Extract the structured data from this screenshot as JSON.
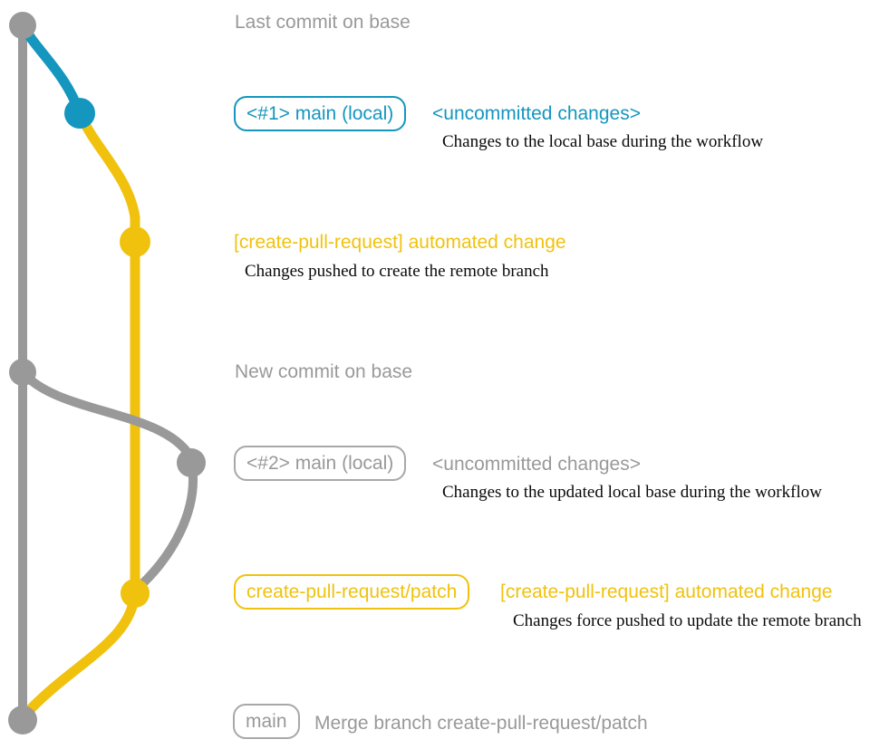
{
  "colors": {
    "gray": "#999999",
    "gray_border": "#a8a8a8",
    "teal": "#1496be",
    "yellow": "#f0c20e",
    "ink": "#0a0a0a",
    "background": "#ffffff"
  },
  "annotations": {
    "last_commit": "Last commit on base",
    "step1": {
      "branch_label": "<#1> main (local)",
      "status": "<uncommitted changes>",
      "description": "Changes to the local base during the workflow"
    },
    "step2": {
      "heading": "[create-pull-request] automated change",
      "description": "Changes pushed to create the remote branch"
    },
    "new_commit": "New commit on base",
    "step3": {
      "branch_label": "<#2> main (local)",
      "status": "<uncommitted changes>",
      "description": "Changes to the updated local base during the workflow"
    },
    "step4": {
      "branch_label": "create-pull-request/patch",
      "heading": "[create-pull-request] automated change",
      "description": "Changes force pushed to update the remote branch"
    },
    "merge": {
      "branch_label": "main",
      "description": "Merge branch create-pull-request/patch"
    }
  },
  "graph": {
    "branches": [
      {
        "name": "base",
        "color_ref": "gray"
      },
      {
        "name": "main-local",
        "color_ref": "teal"
      },
      {
        "name": "create-pull-request-patch",
        "color_ref": "yellow"
      }
    ],
    "nodes": [
      {
        "id": "base-commit-1",
        "color_ref": "gray"
      },
      {
        "id": "local-commit-1",
        "color_ref": "teal"
      },
      {
        "id": "patch-commit-1",
        "color_ref": "yellow"
      },
      {
        "id": "base-commit-2",
        "color_ref": "gray"
      },
      {
        "id": "local-commit-2",
        "color_ref": "gray"
      },
      {
        "id": "patch-commit-2",
        "color_ref": "yellow"
      },
      {
        "id": "merge-commit",
        "color_ref": "gray"
      }
    ]
  }
}
